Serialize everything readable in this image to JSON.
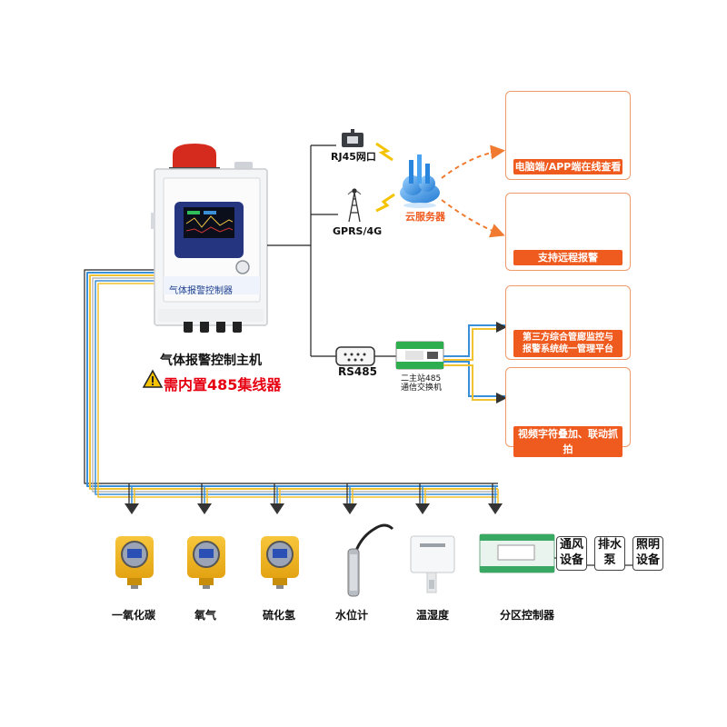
{
  "controller": {
    "panel_label": "气体报警控制器",
    "host_title": "气体报警控制主机",
    "warning_text": "需内置485集线器"
  },
  "network": {
    "rj45_label": "RJ45网口",
    "gprs_label": "GPRS/4G",
    "cloud_label": "云服务器",
    "rs485_label": "RS485",
    "switch_label_line1": "二主站485",
    "switch_label_line2": "通信交换机"
  },
  "outputs": {
    "online_view": "电脑端/APP端在线查看",
    "remote_alarm": "支持远程报警",
    "third_party_line1": "第三方综合管廊监控与",
    "third_party_line2": "报警系统统一管理平台",
    "video_overlay": "视频字符叠加、联动抓拍"
  },
  "devices": [
    {
      "name": "一氧化碳"
    },
    {
      "name": "氧气"
    },
    {
      "name": "硫化氢"
    },
    {
      "name": "水位计"
    },
    {
      "name": "温湿度"
    },
    {
      "name": "分区控制器"
    }
  ],
  "zone_outputs": [
    {
      "line1": "通风",
      "line2": "设备"
    },
    {
      "line1": "排水",
      "line2": "泵"
    },
    {
      "line1": "照明",
      "line2": "设备"
    }
  ],
  "colors": {
    "accent_orange": "#ef5a1e",
    "warning_red": "#e60012",
    "bus_yellow": "#f2c230",
    "bus_blue": "#3a8fd6",
    "cable_blue": "#2a7fd0"
  }
}
